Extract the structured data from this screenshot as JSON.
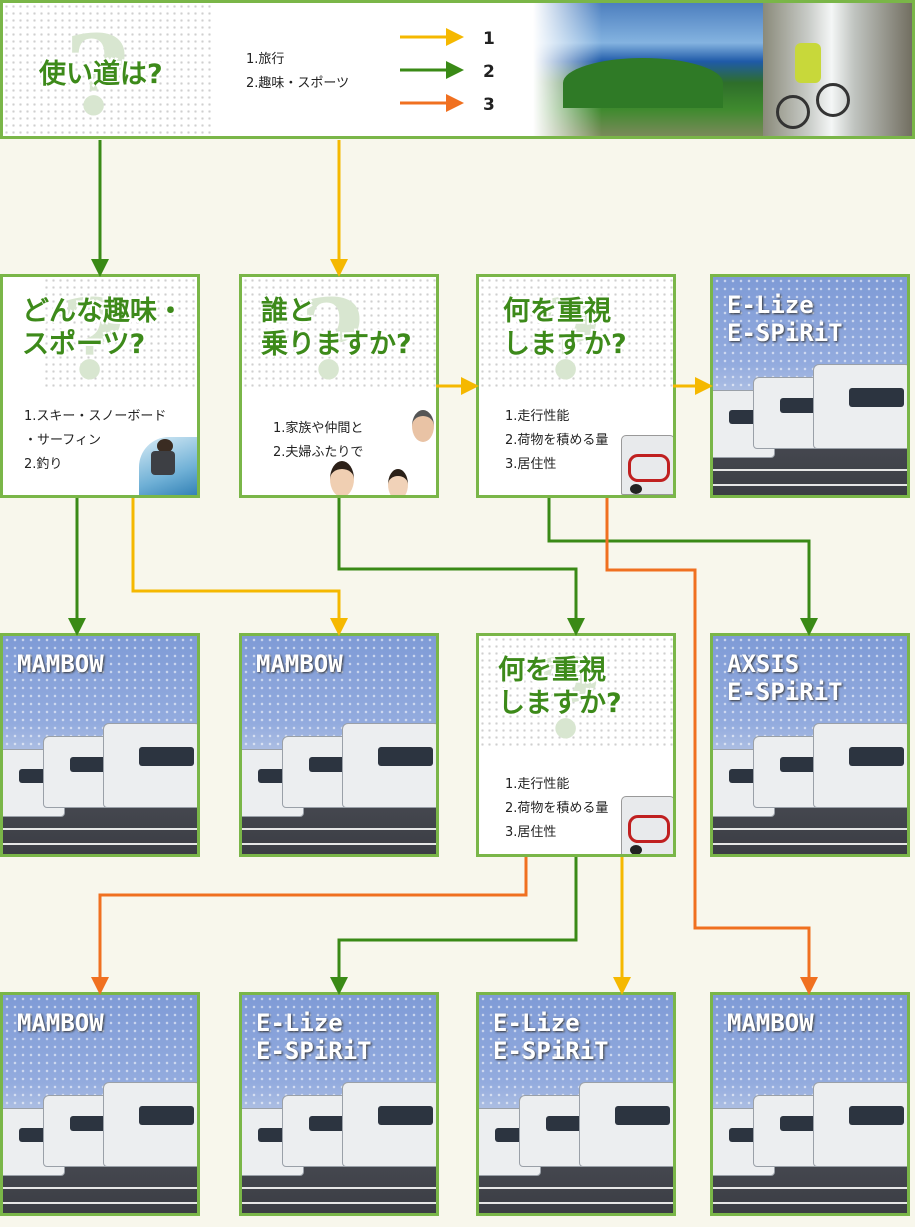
{
  "colors": {
    "q1": "#f5b800",
    "q2": "#3a8a16",
    "q3": "#f07020",
    "border": "#7ab648",
    "title": "#3d8a1a"
  },
  "header": {
    "title": "使い道は?",
    "options": [
      "1.旅行",
      "2.趣味・スポーツ"
    ],
    "legend": [
      "1",
      "2",
      "3"
    ],
    "photo_icon": "landscape-biker-photo"
  },
  "questions": {
    "hobby": {
      "title_lines": [
        "どんな趣味・",
        "スポーツ?"
      ],
      "options": [
        "1.スキー・スノーボード",
        "・サーフィン",
        "2.釣り"
      ],
      "photo_icon": "surfer-photo"
    },
    "who": {
      "title_lines": [
        "誰と",
        "乗りますか?"
      ],
      "options": [
        "1.家族や仲間と",
        "2.夫婦ふたりで"
      ],
      "photo_icon": "family-photo"
    },
    "priority_a": {
      "title_lines": [
        "何を重視",
        "しますか?"
      ],
      "options": [
        "1.走行性能",
        "2.荷物を積める量",
        "3.居住性"
      ],
      "photo_icon": "camper-bike-photo"
    },
    "priority_b": {
      "title_lines": [
        "何を重視",
        "しますか?"
      ],
      "options": [
        "1.走行性能",
        "2.荷物を積める量",
        "3.居住性"
      ],
      "photo_icon": "camper-bike-photo"
    }
  },
  "results": {
    "r1": "E-Lize\nE-SPiRiT",
    "r2": "MAMBOW",
    "r3": "MAMBOW",
    "r4": "AXSIS\nE-SPiRiT",
    "r5": "MAMBOW",
    "r6": "E-Lize\nE-SPiRiT",
    "r7": "E-Lize\nE-SPiRiT",
    "r8": "MAMBOW"
  }
}
